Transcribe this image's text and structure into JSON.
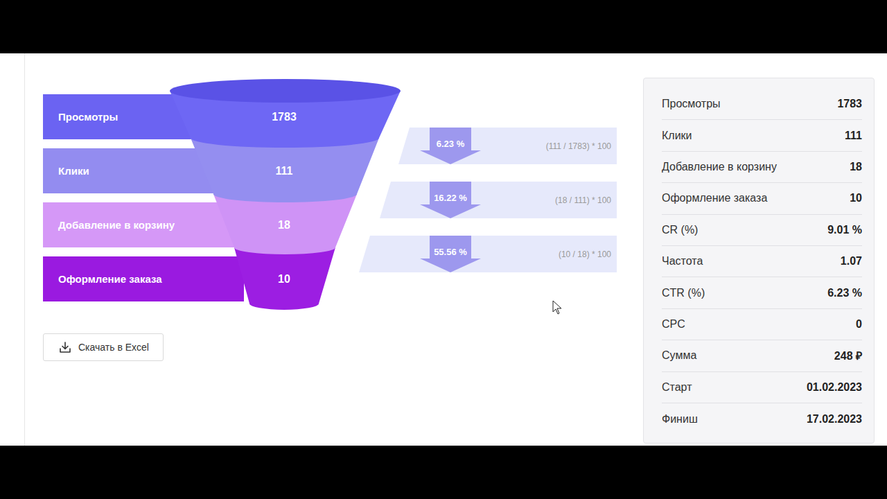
{
  "diagram": {
    "nodes": [
      {
        "text": [
          "Просмотры",
          "1783"
        ]
      },
      {
        "text": [
          "Клики",
          "111"
        ]
      },
      {
        "text": [
          "Добавление в корзину",
          "18"
        ]
      },
      {
        "text": [
          "Оформление заказа",
          "10"
        ]
      },
      {
        "text": [
          "6.23 %",
          "(111 / 1783) * 100"
        ]
      },
      {
        "text": [
          "16.22 %",
          "(18 / 111) * 100"
        ]
      },
      {
        "text": [
          "55.56 %",
          "(10 / 18) * 100"
        ]
      },
      {
        "text": [
          "Скачать в Excel"
        ]
      }
    ],
    "labels": [
      "Просмотры",
      "1783",
      "Клики",
      "111",
      "Добавление в корзину",
      "18",
      "Оформление заказа",
      "10",
      "CR (%)",
      "9.01 %",
      "Частота",
      "1.07",
      "CTR (%)",
      "6.23 %",
      "CPC",
      "0",
      "Сумма",
      "248 ₽",
      "Старт",
      "01.02.2023",
      "Финиш",
      "17.02.2023"
    ]
  }
}
